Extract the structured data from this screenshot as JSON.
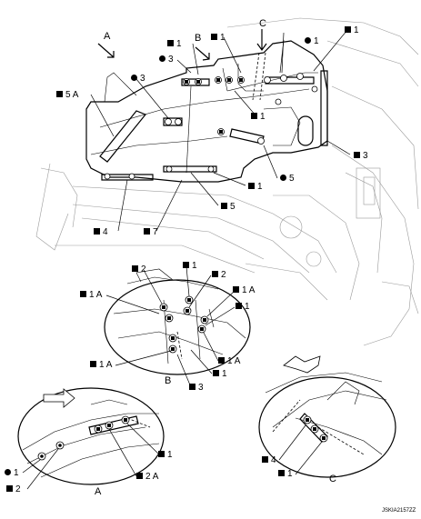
{
  "views": {
    "main_A": "A",
    "main_B": "B",
    "main_C": "C",
    "detail_B": "B",
    "detail_A": "A",
    "detail_C": "C"
  },
  "callouts": {
    "main": [
      {
        "sym": "square",
        "text": "1"
      },
      {
        "sym": "square",
        "text": "1"
      },
      {
        "sym": "dot",
        "text": "1"
      },
      {
        "sym": "square",
        "text": "1"
      },
      {
        "sym": "dot",
        "text": "3"
      },
      {
        "sym": "dot",
        "text": "3"
      },
      {
        "sym": "square",
        "text": "5 A"
      },
      {
        "sym": "square",
        "text": "1"
      },
      {
        "sym": "square",
        "text": "3"
      },
      {
        "sym": "dot",
        "text": "5"
      },
      {
        "sym": "square",
        "text": "1"
      },
      {
        "sym": "square",
        "text": "5"
      },
      {
        "sym": "square",
        "text": "4"
      },
      {
        "sym": "square",
        "text": "7"
      }
    ],
    "detail_b": [
      {
        "sym": "square",
        "text": "2"
      },
      {
        "sym": "square",
        "text": "1"
      },
      {
        "sym": "square",
        "text": "2"
      },
      {
        "sym": "square",
        "text": "1 A"
      },
      {
        "sym": "square",
        "text": "1 A"
      },
      {
        "sym": "square",
        "text": "1"
      },
      {
        "sym": "square",
        "text": "1 A"
      },
      {
        "sym": "square",
        "text": "1 A"
      },
      {
        "sym": "square",
        "text": "1"
      },
      {
        "sym": "square",
        "text": "3"
      }
    ],
    "detail_a": [
      {
        "sym": "dot",
        "text": "1"
      },
      {
        "sym": "square",
        "text": "2"
      },
      {
        "sym": "square",
        "text": "1"
      },
      {
        "sym": "square",
        "text": "2 A"
      }
    ],
    "detail_c": [
      {
        "sym": "square",
        "text": "4"
      },
      {
        "sym": "square",
        "text": "1"
      }
    ]
  },
  "figure_code": "JSKIA2157ZZ"
}
